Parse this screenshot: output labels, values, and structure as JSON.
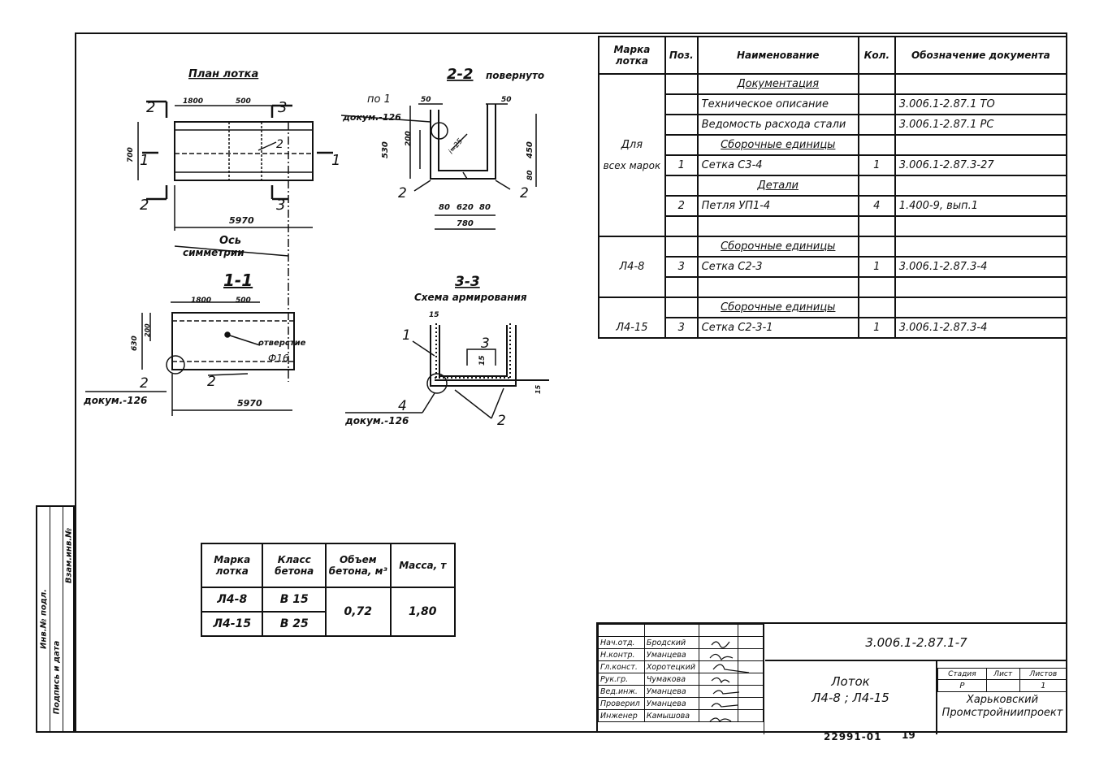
{
  "drawing": {
    "plan_title": "План лотка",
    "plan_dim_1800": "1800",
    "plan_dim_500": "500",
    "plan_dim_700": "700",
    "plan_dim_5970": "5970",
    "axis_label_1": "Ось",
    "axis_label_2": "симметрии",
    "mark_2": "2",
    "mark_3": "3",
    "mark_1": "1",
    "s22_title": "2-2",
    "s22_sub": "повернуто",
    "s22_ref_1": "по 1",
    "s22_ref_2": "докум.-126",
    "s22_d50a": "50",
    "s22_d50b": "50",
    "s22_d530": "530",
    "s22_d200": "200",
    "s22_d450": "450",
    "s22_d80": "80",
    "s22_d80b": "80",
    "s22_d620": "620",
    "s22_d80c": "80",
    "s22_d780": "780",
    "s22_i": "i=25",
    "s11_title": "1-1",
    "s11_d1800": "1800",
    "s11_d500": "500",
    "s11_d630": "630",
    "s11_d200": "200",
    "s11_hole_1": "отверстие",
    "s11_hole_2": "Ф16",
    "s11_dok": "докум.-126",
    "s11_d5970": "5970",
    "s33_title": "3-3",
    "s33_sub": "Схема армирования",
    "s33_d15": "15",
    "s33_d15b": "15",
    "s33_d15c": "15",
    "s33_mark4": "4",
    "s33_dok": "докум.-126"
  },
  "spec": {
    "headers": {
      "mark": "Марка лотка",
      "pos": "Поз.",
      "name": "Наименование",
      "qty": "Кол.",
      "doc": "Обозначение документа"
    },
    "rows": [
      {
        "mark": "",
        "pos": "",
        "name": "Документация",
        "qty": "",
        "doc": ""
      },
      {
        "mark": "",
        "pos": "",
        "name": "Техническое описание",
        "qty": "",
        "doc": "3.006.1-2.87.1  ТО"
      },
      {
        "mark": "",
        "pos": "",
        "name": "Ведомость расхода стали",
        "qty": "",
        "doc": "3.006.1-2.87.1  РС"
      },
      {
        "mark": "Для",
        "pos": "",
        "name": "Сборочные единицы",
        "qty": "",
        "doc": ""
      },
      {
        "mark": "всех марок",
        "pos": "1",
        "name": "Сетка С3-4",
        "qty": "1",
        "doc": "3.006.1-2.87.3-27"
      },
      {
        "mark": "",
        "pos": "",
        "name": "Детали",
        "qty": "",
        "doc": ""
      },
      {
        "mark": "",
        "pos": "2",
        "name": "Петля УП1-4",
        "qty": "4",
        "doc": "1.400-9, вып.1"
      },
      {
        "mark": "",
        "pos": "",
        "name": "",
        "qty": "",
        "doc": ""
      },
      {
        "mark": "",
        "pos": "",
        "name": "Сборочные единицы",
        "qty": "",
        "doc": ""
      },
      {
        "mark": "Л4-8",
        "pos": "3",
        "name": "Сетка С2-3",
        "qty": "1",
        "doc": "3.006.1-2.87.3-4"
      },
      {
        "mark": "",
        "pos": "",
        "name": "",
        "qty": "",
        "doc": ""
      },
      {
        "mark": "",
        "pos": "",
        "name": "Сборочные единицы",
        "qty": "",
        "doc": ""
      },
      {
        "mark": "Л4-15",
        "pos": "3",
        "name": "Сетка С2-3-1",
        "qty": "1",
        "doc": "3.006.1-2.87.3-4"
      }
    ]
  },
  "concrete": {
    "headers": {
      "mark": "Марка лотка",
      "class": "Класс бетона",
      "volume": "Объем бетона, м³",
      "mass": "Масса, т"
    },
    "rows": [
      {
        "mark": "Л4-8",
        "class": "В 15"
      },
      {
        "mark": "Л4-15",
        "class": "В 25"
      }
    ],
    "volume": "0,72",
    "mass": "1,80"
  },
  "stamp": {
    "signers": [
      {
        "role": "Нач.отд.",
        "name": "Бродский"
      },
      {
        "role": "Н.контр.",
        "name": "Уманцева"
      },
      {
        "role": "Гл.конст.",
        "name": "Хоротецкий"
      },
      {
        "role": "Рук.гр.",
        "name": "Чумакова"
      },
      {
        "role": "Вед.инж.",
        "name": "Уманцева"
      },
      {
        "role": "Проверил",
        "name": "Уманцева"
      },
      {
        "role": "Инженер",
        "name": "Камышова"
      }
    ],
    "code": "3.006.1-2.87.1-7",
    "title_1": "Лоток",
    "title_2": "Л4-8 ; Л4-15",
    "stage_h": "Стадия",
    "sheet_h": "Лист",
    "sheets_h": "Листов",
    "stage": "Р",
    "sheet": "",
    "sheets": "1",
    "org_1": "Харьковский",
    "org_2": "Промстройниипроект"
  },
  "sidebar": {
    "col1": "Инв.№ подл.",
    "col2": "Подпись и дата",
    "col3": "Взам.инв.№"
  },
  "footer": {
    "number": "22991-01",
    "page": "19"
  }
}
